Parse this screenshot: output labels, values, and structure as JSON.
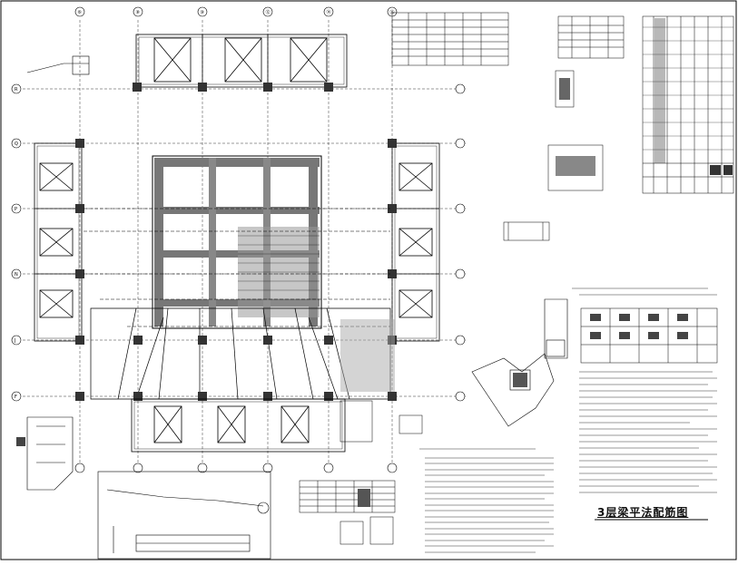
{
  "drawing": {
    "title": "3层梁平法配筋图",
    "axis_top": [
      "⑥",
      "⑧",
      "⑩",
      "⑫",
      "⑭",
      "⑯"
    ],
    "axis_left": [
      "R",
      "Q",
      "P",
      "N",
      "J",
      "F"
    ]
  },
  "colors": {
    "line": "#000000",
    "hatch": "#555555",
    "paper": "#ffffff"
  }
}
